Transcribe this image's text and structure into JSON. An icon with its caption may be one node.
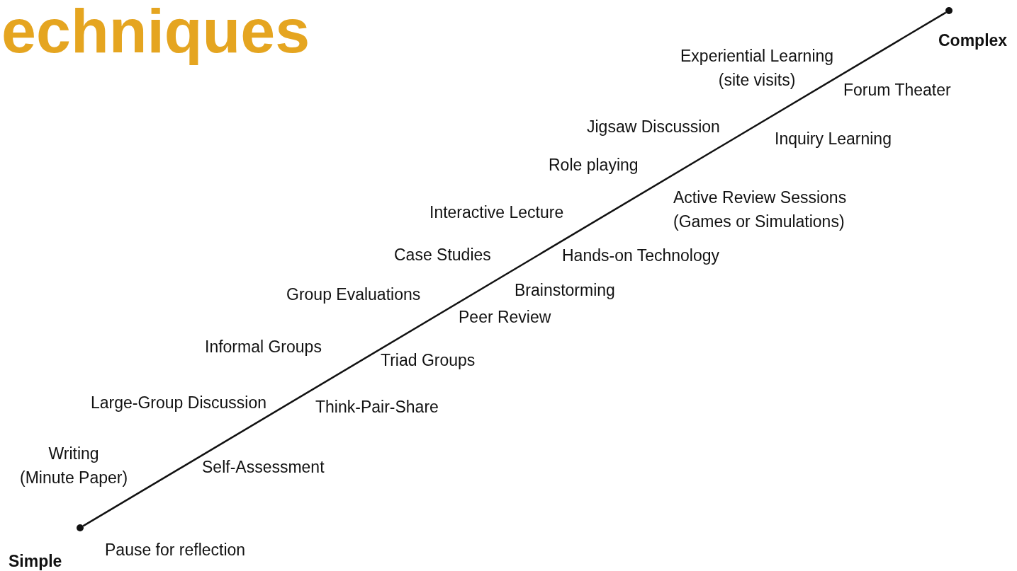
{
  "diagram": {
    "title": "echniques",
    "nodes": [
      {
        "text": [],
        "shape": "circle",
        "beside": [
          "Simple"
        ]
      },
      {
        "text": [],
        "shape": "circle",
        "beside": [
          "Complex"
        ]
      }
    ],
    "edges": [
      {
        "from": 0,
        "to": 1,
        "arrow": "none"
      }
    ],
    "labels": [
      "Experiential Learning (site visits)",
      "Forum Theater",
      "Jigsaw Discussion",
      "Inquiry Learning",
      "Role playing",
      "Active Review Sessions (Games or Simulations)",
      "Interactive Lecture",
      "Case Studies",
      "Hands-on Technology",
      "Brainstorming",
      "Group Evaluations",
      "Peer Review",
      "Informal Groups",
      "Triad Groups",
      "Large-Group Discussion",
      "Think-Pair-Share",
      "Writing (Minute Paper)",
      "Self-Assessment",
      "Pause for reflection"
    ]
  }
}
